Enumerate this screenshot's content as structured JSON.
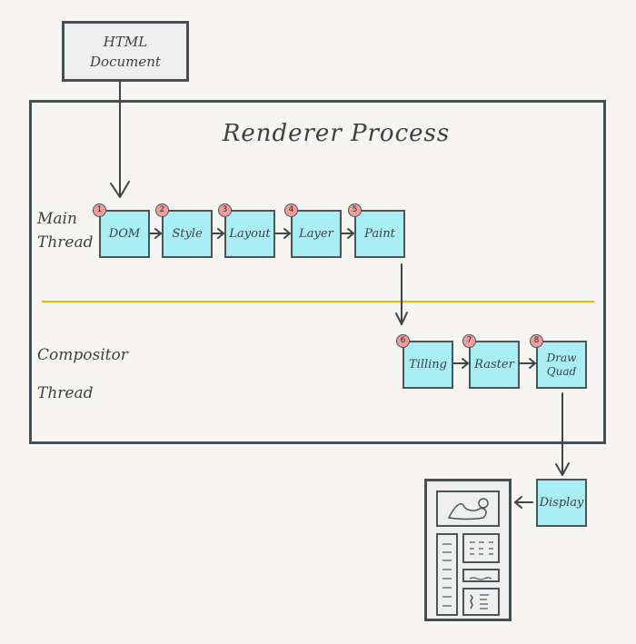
{
  "diagram": {
    "input_node": {
      "line1": "HTML",
      "line2": "Document"
    },
    "container": {
      "title": "Renderer Process"
    },
    "lanes": {
      "main": {
        "line1": "Main",
        "line2": "Thread"
      },
      "compositor": {
        "line1": "Compositor",
        "line2": "Thread"
      }
    },
    "main_steps": [
      {
        "num": "1",
        "label": "DOM"
      },
      {
        "num": "2",
        "label": "Style"
      },
      {
        "num": "3",
        "label": "Layout"
      },
      {
        "num": "4",
        "label": "Layer"
      },
      {
        "num": "5",
        "label": "Paint"
      }
    ],
    "compositor_steps": [
      {
        "num": "6",
        "label": "Tilling"
      },
      {
        "num": "7",
        "label": "Raster"
      },
      {
        "num": "8",
        "label": "Draw Quad"
      }
    ],
    "output_node": {
      "label": "Display"
    },
    "output_target": {
      "icon": "webpage-layout-icon"
    },
    "colors": {
      "step_fill": "#aaeef5",
      "badge_fill": "#ef9ea0",
      "divider": "#f0b800",
      "stroke": "#454f52"
    }
  }
}
